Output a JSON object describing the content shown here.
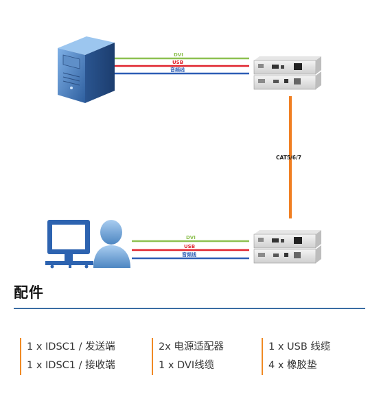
{
  "diagram": {
    "top_link": {
      "cables": [
        {
          "label": "DVI",
          "color": "#8dc050"
        },
        {
          "label": "USB",
          "color": "#e0232d"
        },
        {
          "label": "音频线",
          "color": "#2c5db5"
        }
      ]
    },
    "bottom_link": {
      "cables": [
        {
          "label": "DVI",
          "color": "#8dc050"
        },
        {
          "label": "USB",
          "color": "#e0232d"
        },
        {
          "label": "音频线",
          "color": "#2c5db5"
        }
      ]
    },
    "trunk": {
      "label": "CAT5/6/7",
      "color": "#f07f22"
    }
  },
  "accessories": {
    "title": "配件",
    "columns": [
      [
        "1 x IDSC1  / 发送端",
        "1 x IDSC1  / 接收端"
      ],
      [
        "2x 电源适配器",
        "1 x DVI线缆"
      ],
      [
        "1 x USB 线缆",
        "4 x 橡胶垫"
      ]
    ]
  },
  "colors": {
    "divider": "#3a6da3",
    "accent": "#f08a24"
  }
}
